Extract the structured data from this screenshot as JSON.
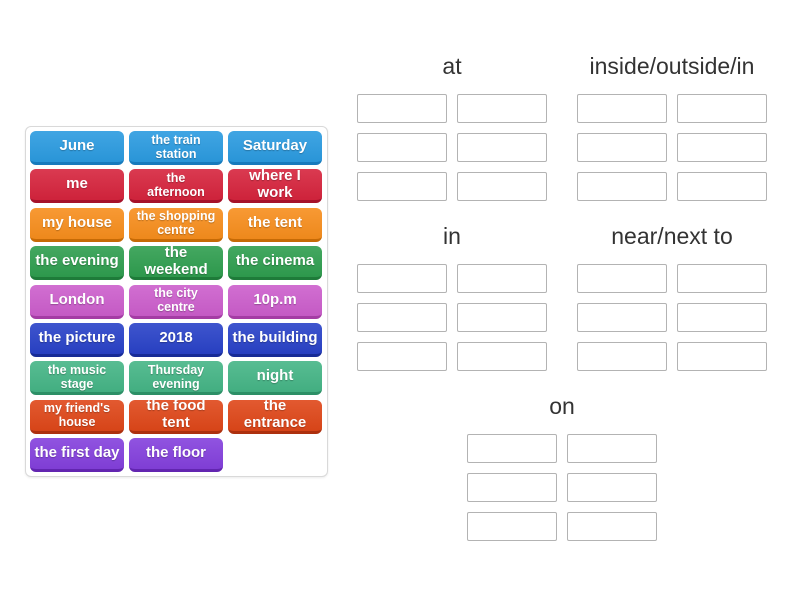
{
  "word_bank": {
    "rows": [
      {
        "color": "#2b9be0",
        "edge": "#177abc",
        "tiles": [
          "June",
          "the train\nstation",
          "Saturday"
        ]
      },
      {
        "color": "#d6243d",
        "edge": "#a5112a",
        "tiles": [
          "me",
          "the\nafternoon",
          "where I work"
        ]
      },
      {
        "color": "#f78e1d",
        "edge": "#c66a05",
        "tiles": [
          "my house",
          "the shopping\ncentre",
          "the tent"
        ]
      },
      {
        "color": "#2f9e4f",
        "edge": "#1e7b39",
        "tiles": [
          "the evening",
          "the weekend",
          "the cinema"
        ]
      },
      {
        "color": "#cc5ecc",
        "edge": "#a43ca4",
        "tiles": [
          "London",
          "the city\ncentre",
          "10p.m"
        ]
      },
      {
        "color": "#2942c8",
        "edge": "#172b96",
        "tiles": [
          "the picture",
          "2018",
          "the building"
        ]
      },
      {
        "color": "#45b586",
        "edge": "#2c8f66",
        "tiles": [
          "the music\nstage",
          "Thursday\nevening",
          "night"
        ]
      },
      {
        "color": "#df4719",
        "edge": "#ad300e",
        "tiles": [
          "my friend's\nhouse",
          "the food tent",
          "the entrance"
        ]
      },
      {
        "color": "#8440dd",
        "edge": "#6225b0",
        "tiles": [
          "the first day",
          "the floor"
        ]
      }
    ]
  },
  "groups": [
    {
      "label": "at",
      "slot_count": 6
    },
    {
      "label": "inside/outside/in",
      "slot_count": 6
    },
    {
      "label": "in",
      "slot_count": 6
    },
    {
      "label": "near/next to",
      "slot_count": 6
    },
    {
      "label": "on",
      "slot_count": 6
    }
  ],
  "colors": {
    "background": "#ffffff",
    "header_text": "#333333",
    "slot_border": "#b3b3b3",
    "panel_border": "#d9d9d9"
  }
}
